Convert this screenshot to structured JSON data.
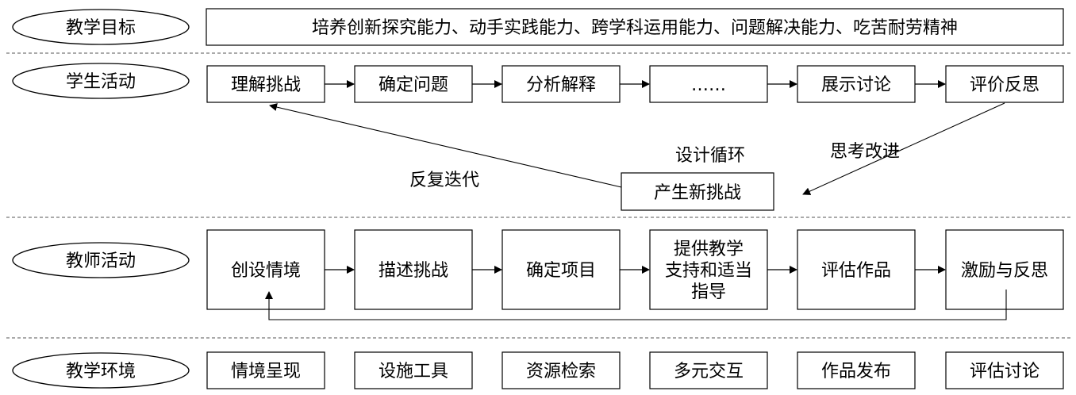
{
  "sections": {
    "goal": "教学目标",
    "student": "学生活动",
    "teacher": "教师活动",
    "environment": "教学环境"
  },
  "goal_text": "培养创新探究能力、动手实践能力、跨学科运用能力、问题解决能力、吃苦耐劳精神",
  "student_steps": [
    "理解挑战",
    "确定问题",
    "分析解释",
    "……",
    "展示讨论",
    "评价反思"
  ],
  "new_challenge": "产生新挑战",
  "labels": {
    "design_cycle": "设计循环",
    "think_improve": "思考改进",
    "iterate": "反复迭代"
  },
  "teacher_steps": [
    "创设情境",
    "描述挑战",
    "确定项目",
    "提供教学\n支持和适当\n指导",
    "评估作品",
    "激励与反思"
  ],
  "environment_items": [
    "情境呈现",
    "设施工具",
    "资源检索",
    "多元交互",
    "作品发布",
    "评估讨论"
  ]
}
